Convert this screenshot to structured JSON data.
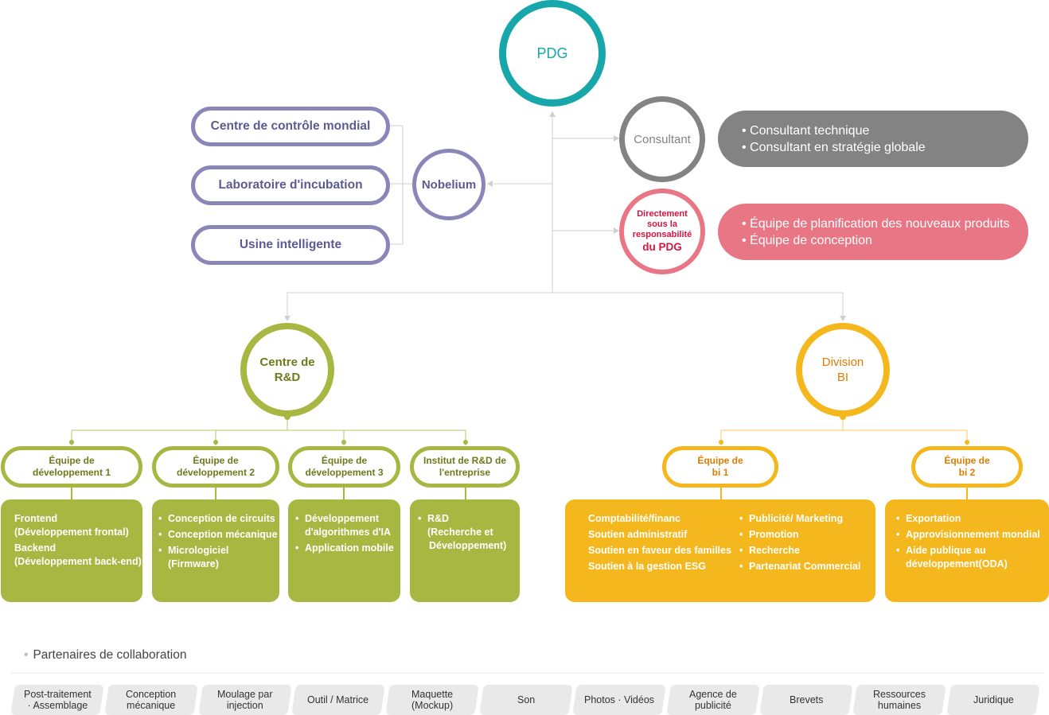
{
  "colors": {
    "ceo": "#17a7aa",
    "purple": "#8a86b8",
    "purple_text": "#5c5a92",
    "gray": "#838383",
    "pink": "#e97684",
    "pink_text": "#d6143f",
    "olive": "#a8b642",
    "olive_text": "#6e7a1c",
    "amber": "#f4b81e",
    "amber_text": "#e07d00",
    "line": "#c9c9c9"
  },
  "ceo": {
    "label": "PDG"
  },
  "left_group": {
    "items": [
      {
        "label": "Centre de contrôle mondial"
      },
      {
        "label": "Laboratoire d'incubation"
      },
      {
        "label": "Usine intelligente"
      }
    ],
    "hub": {
      "label": "Nobelium"
    }
  },
  "consultant": {
    "label": "Consultant",
    "items": [
      "Consultant technique",
      "Consultant en stratégie globale"
    ]
  },
  "direct": {
    "label_line1": "Directement",
    "label_line2": "sous la",
    "label_line3": "responsabilité",
    "label_line4": "du PDG",
    "items": [
      "Équipe de planification des nouveaux produits",
      "Équipe de conception"
    ]
  },
  "rd": {
    "label": "Centre de\nR&D",
    "teams": [
      {
        "label": "Équipe de\ndéveloppement 1",
        "details": [
          "Frontend",
          "(Développement frontal)",
          "Backend",
          "(Développement back-end)"
        ]
      },
      {
        "label": "Équipe de\ndéveloppement 2",
        "details": [
          "Conception de circuits",
          "Conception mécanique",
          "Micrologiciel",
          "(Firmware)"
        ]
      },
      {
        "label": "Équipe de\ndéveloppement 3",
        "details": [
          "Développement",
          "d'algorithmes d'IA",
          "Application mobile"
        ]
      },
      {
        "label": "Institut de R&D de\nl'entreprise",
        "details": [
          "R&D",
          "(Recherche et",
          "Développement)"
        ]
      }
    ]
  },
  "bi": {
    "label": "Division\nBI",
    "teams": [
      {
        "label": "Équipe de\nbi 1",
        "details_col1": [
          "Comptabilité/financ",
          "Soutien administratif",
          "Soutien en faveur des familles",
          "Soutien à la gestion ESG"
        ],
        "details_col2": [
          "Publicité/ Marketing",
          "Promotion",
          "Recherche",
          "Partenariat Commercial"
        ]
      },
      {
        "label": "Équipe de\nbi 2",
        "details": [
          "Exportation",
          "Approvisionnement mondial",
          "Aide publique au",
          "développement(ODA)"
        ]
      }
    ]
  },
  "partners": {
    "title": "Partenaires de collaboration",
    "items": [
      "Post-traitement\n· Assemblage",
      "Conception\nmécanique",
      "Moulage par\ninjection",
      "Outil / Matrice",
      "Maquette\n(Mockup)",
      "Son",
      "Photos · Vidéos",
      "Agence de\npublicité",
      "Brevets",
      "Ressources\nhumaines",
      "Juridique"
    ]
  }
}
